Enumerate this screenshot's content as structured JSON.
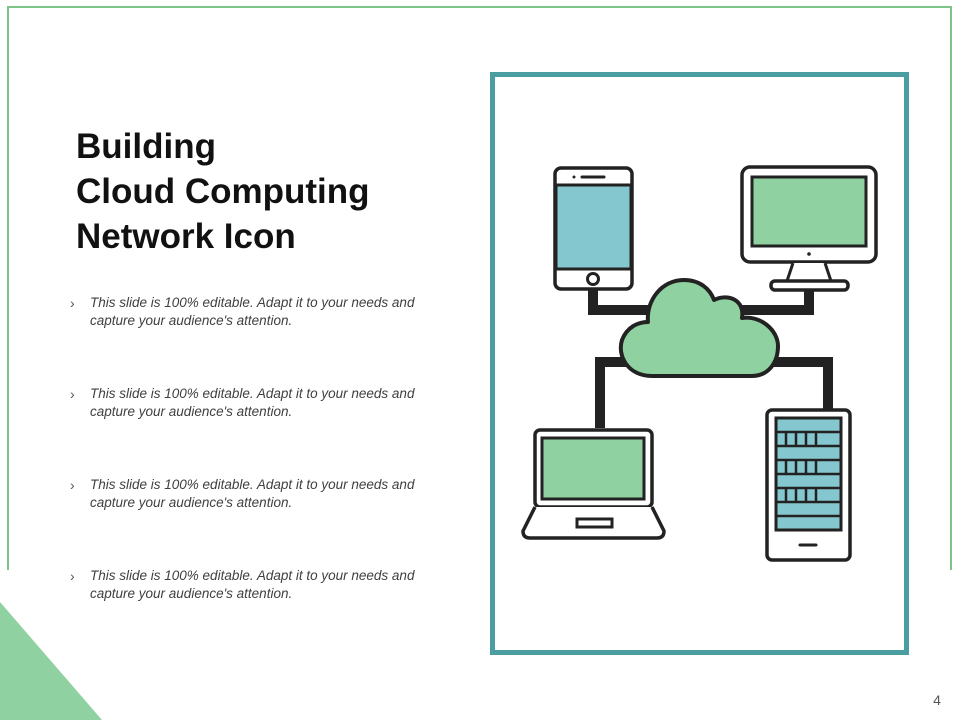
{
  "slide": {
    "title_lines": [
      "Building",
      "Cloud Computing",
      "Network Icon"
    ],
    "bullets": [
      {
        "text": "This slide is 100% editable.  Adapt it to your needs and capture your audience's attention."
      },
      {
        "text": "This slide is 100% editable.  Adapt it to your needs and capture your audience's attention."
      },
      {
        "text": "This slide is 100% editable.  Adapt it to your needs and capture your audience's attention."
      },
      {
        "text": "This slide is 100% editable.  Adapt it to your needs and capture your audience's attention."
      }
    ],
    "bullet_marker": "›",
    "page_number": "4"
  },
  "illustration": {
    "icons": [
      "smartphone-icon",
      "desktop-monitor-icon",
      "cloud-icon",
      "laptop-icon",
      "server-rack-icon"
    ]
  },
  "colors": {
    "frame_border": "#7cc487",
    "corner_triangle": "#8fd1a0",
    "figure_border": "#4a9ea1",
    "screen_green": "#8fd1a0",
    "screen_blue": "#85c7cf",
    "outline": "#222222"
  }
}
